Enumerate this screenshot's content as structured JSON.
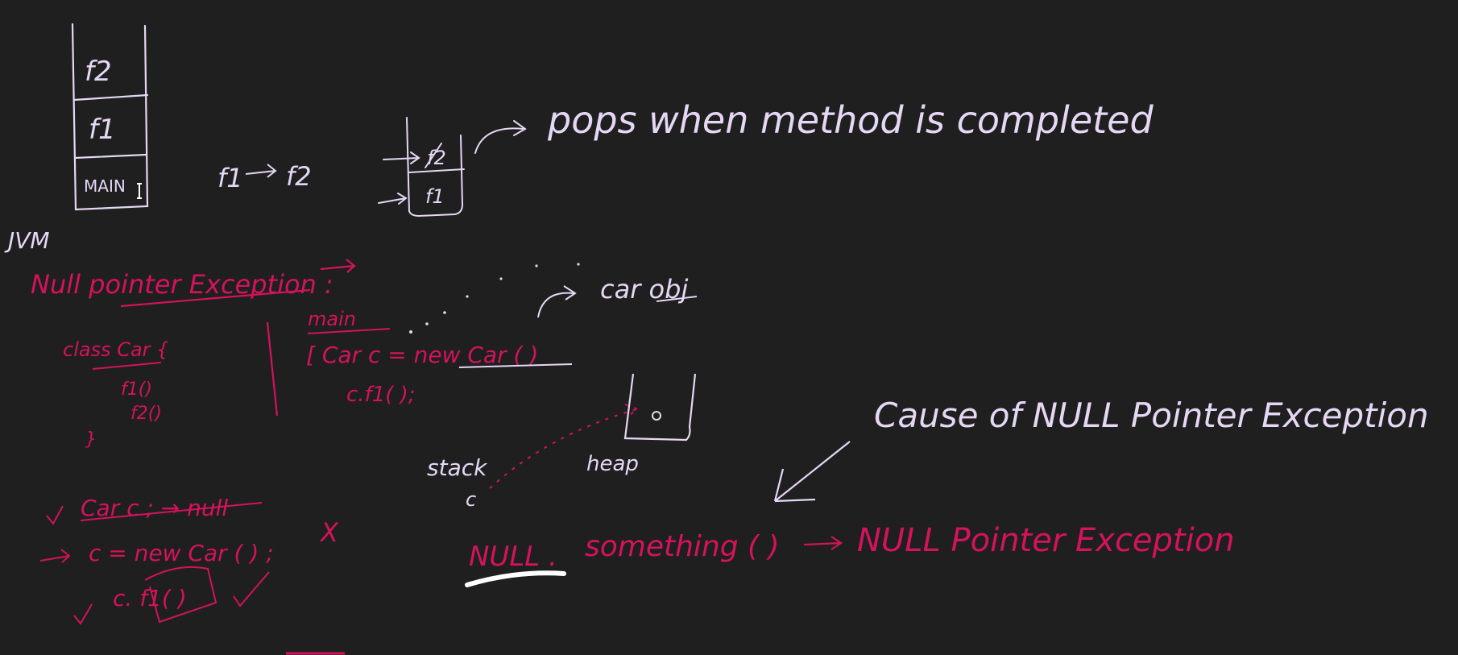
{
  "colors": {
    "background": "#1f1f1f",
    "lavender": "#e6d7f5",
    "pink": "#d3135c",
    "white": "#ffffff"
  },
  "jvm": {
    "stack_frames": [
      "f2",
      "f1",
      "MAIN"
    ],
    "label": "JVM"
  },
  "call_flow": {
    "from": "f1",
    "to": "f2"
  },
  "pop_stack": {
    "frames": [
      "f2",
      "f1"
    ],
    "note": "pops when method is completed"
  },
  "npe_section": {
    "heading": "Null pointer Exception :",
    "class_decl": "class Car {",
    "methods": [
      "f1()",
      "f2()"
    ],
    "class_close": "}",
    "main_label": "main",
    "main_line1": "[ Car c = new Car ( )",
    "main_line2": "c.f1( );",
    "car_obj": "car obj",
    "stack_label": "stack",
    "heap_label": "heap",
    "var_c": "c",
    "step1": "Car c ; → null",
    "step2": "c = new Car ( ) ;",
    "cross": "X",
    "step3": "c. f1( )"
  },
  "cause": {
    "title": "Cause of NULL Pointer Exception",
    "null_part": "NULL .",
    "something": "something ( )",
    "result": "NULL Pointer Exception"
  }
}
